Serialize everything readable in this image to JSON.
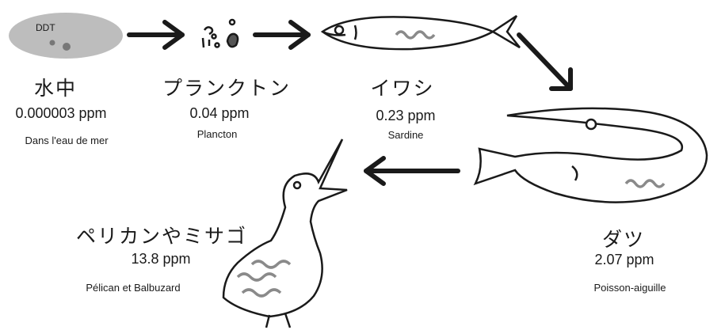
{
  "colors": {
    "water_ellipse": "#bdbdbd",
    "particle": "#777777",
    "toxin_wave": "#8a8a8a",
    "outline": "#1a1a1a"
  },
  "water_label": "DDT",
  "stages": [
    {
      "name_jp": "水中",
      "ppm": "0.000003 ppm",
      "name_fr": "Dans l'eau de mer",
      "icon": "water-ellipse"
    },
    {
      "name_jp": "プランクトン",
      "ppm": "0.04 ppm",
      "name_fr": "Plancton",
      "icon": "plankton-icon"
    },
    {
      "name_jp": "イワシ",
      "ppm": "0.23 ppm",
      "name_fr": "Sardine",
      "icon": "sardine-icon"
    },
    {
      "name_jp": "ダツ",
      "ppm": "2.07 ppm",
      "name_fr": "Poisson-aiguille",
      "icon": "needlefish-icon"
    },
    {
      "name_jp": "ペリカンやミサゴ",
      "ppm": "13.8 ppm",
      "name_fr": "Pélican et Balbuzard",
      "icon": "pelican-icon"
    }
  ]
}
